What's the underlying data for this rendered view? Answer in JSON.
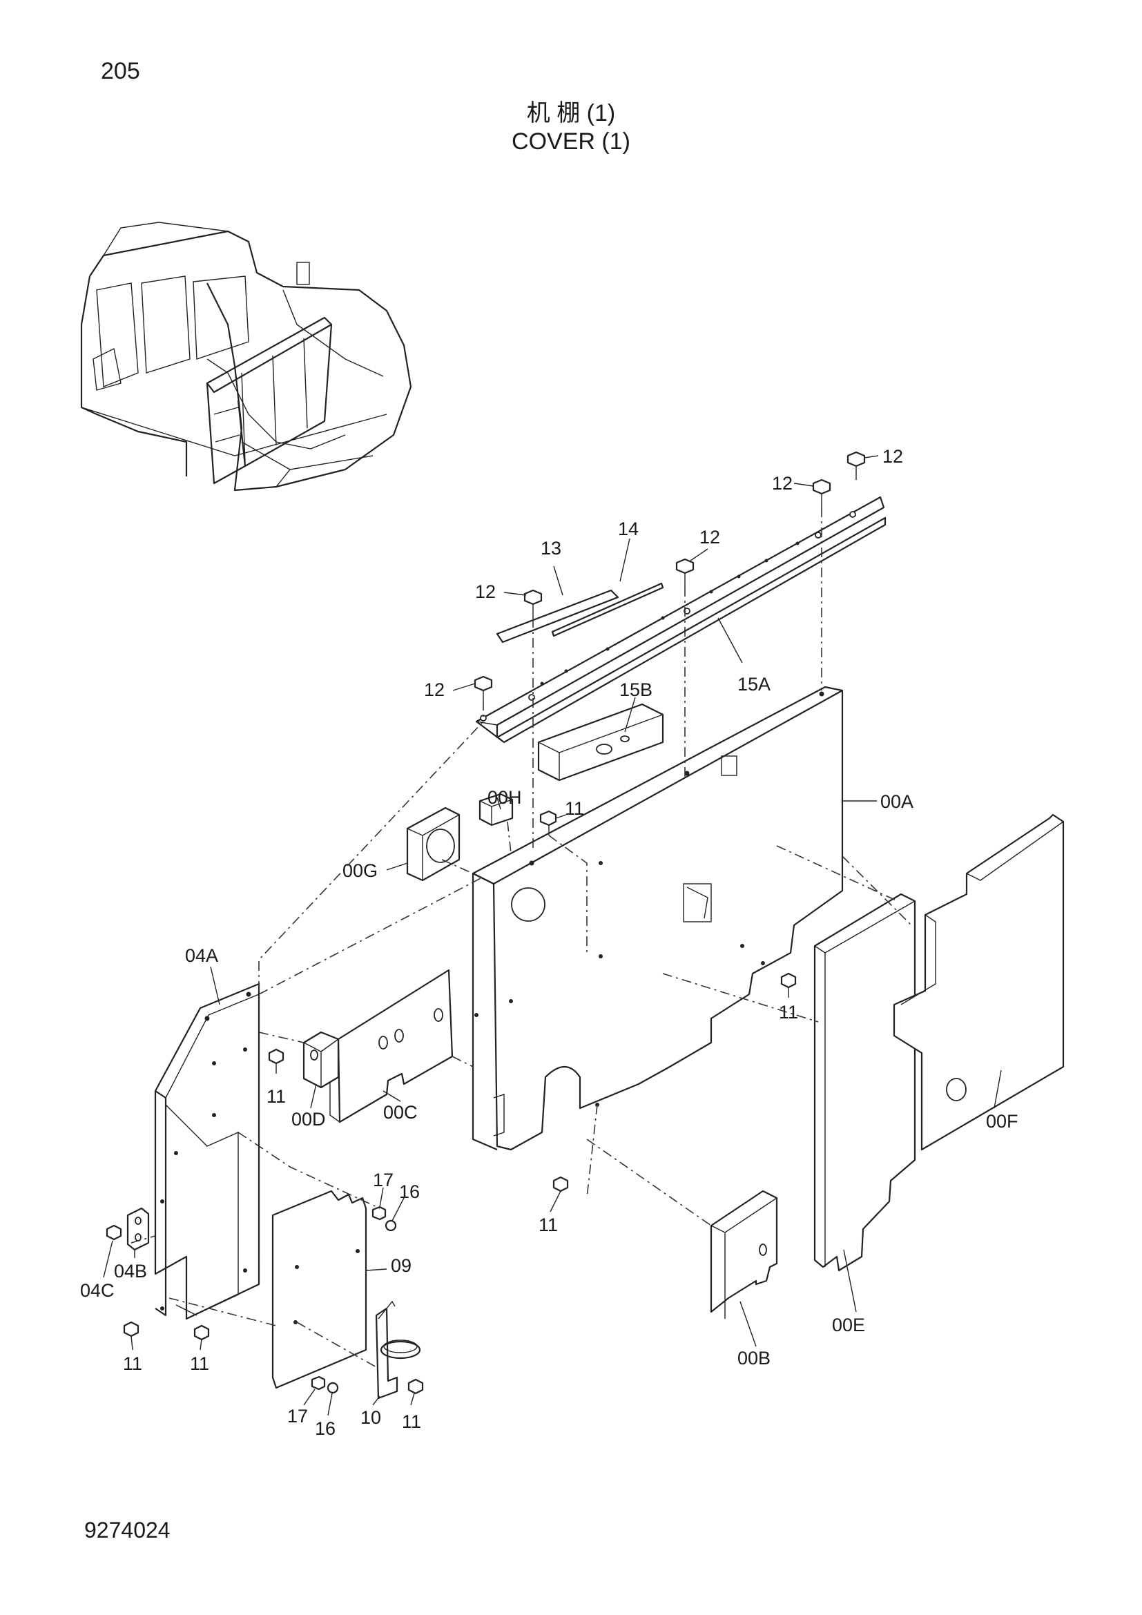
{
  "page": {
    "page_number": "205",
    "title_cn": "机 棚 (1)",
    "title_en": "COVER (1)",
    "document_number": "9274024"
  },
  "callouts": {
    "p12a": "12",
    "p12b": "12",
    "p12c": "12",
    "p12d": "12",
    "p12e": "12",
    "p13": "13",
    "p14": "14",
    "p15A": "15A",
    "p15B": "15B",
    "p00H": "00H",
    "p11a": "11",
    "p00A": "00A",
    "p00G": "00G",
    "p04A": "04A",
    "p11b": "11",
    "p00D": "00D",
    "p00C": "00C",
    "p11c": "11",
    "p17a": "17",
    "p16a": "16",
    "p09": "09",
    "p04B": "04B",
    "p04C": "04C",
    "p11d": "11",
    "p11e": "11",
    "p11f": "11",
    "p00F": "00F",
    "p00E": "00E",
    "p00B": "00B",
    "p17b": "17",
    "p16b": "16",
    "p10": "10",
    "p11g": "11"
  }
}
